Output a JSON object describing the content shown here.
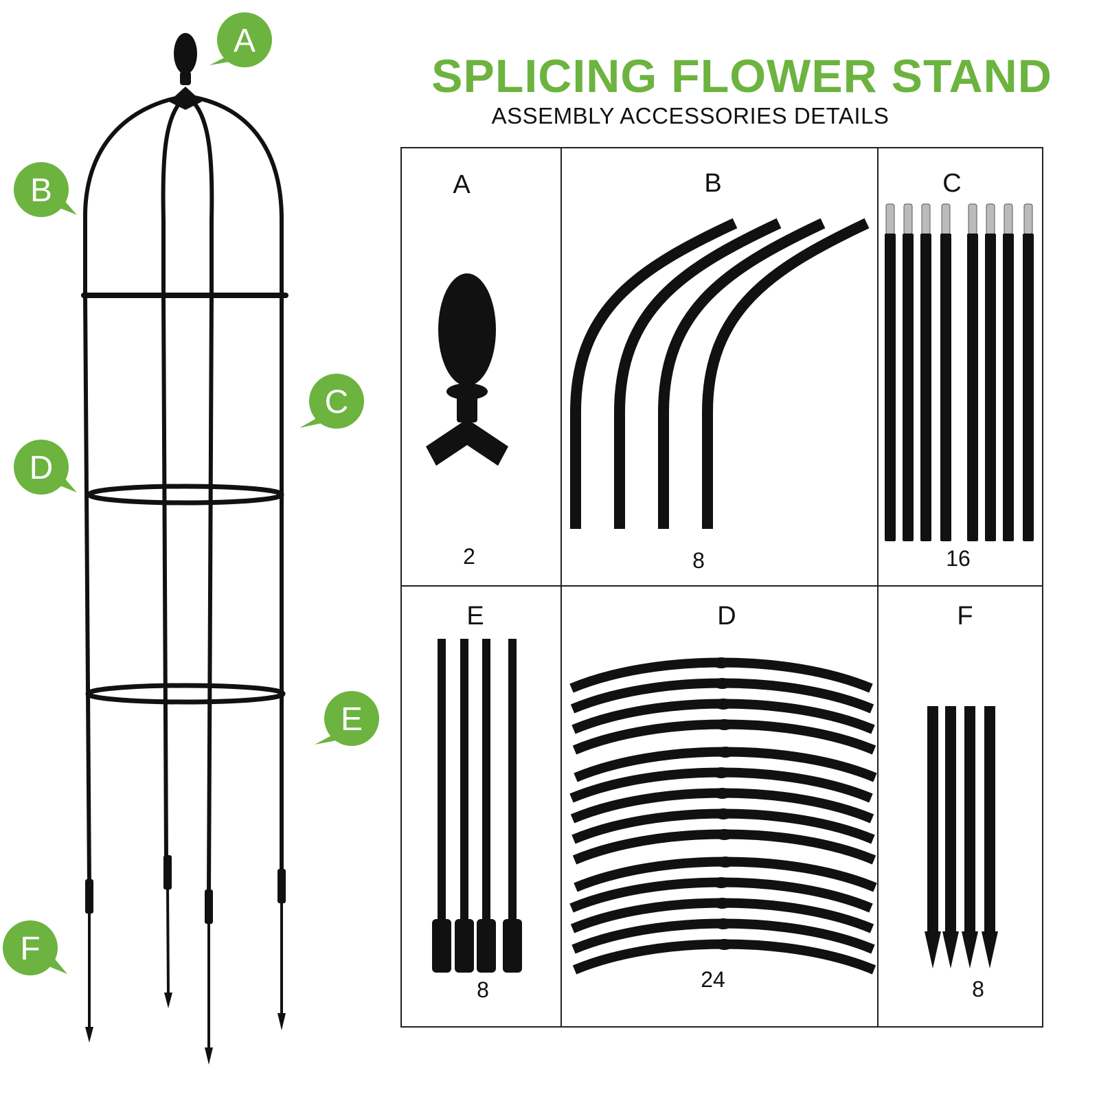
{
  "header": {
    "title": "SPLICING FLOWER STAND",
    "subtitle": "ASSEMBLY ACCESSORIES DETAILS"
  },
  "colors": {
    "accent_green": "#6cb33f",
    "part_black": "#111111",
    "frame_line": "#222222"
  },
  "callouts": [
    {
      "letter": "A"
    },
    {
      "letter": "B"
    },
    {
      "letter": "C"
    },
    {
      "letter": "D"
    },
    {
      "letter": "E"
    },
    {
      "letter": "F"
    }
  ],
  "parts": [
    {
      "letter": "A",
      "quantity": "2",
      "icon": "finial-connector-icon"
    },
    {
      "letter": "B",
      "quantity": "8",
      "icon": "curved-rod-icon"
    },
    {
      "letter": "C",
      "quantity": "16",
      "icon": "straight-pole-icon"
    },
    {
      "letter": "E",
      "quantity": "8",
      "icon": "socket-pole-icon"
    },
    {
      "letter": "D",
      "quantity": "24",
      "icon": "ring-segment-icon"
    },
    {
      "letter": "F",
      "quantity": "8",
      "icon": "ground-stake-icon"
    }
  ]
}
